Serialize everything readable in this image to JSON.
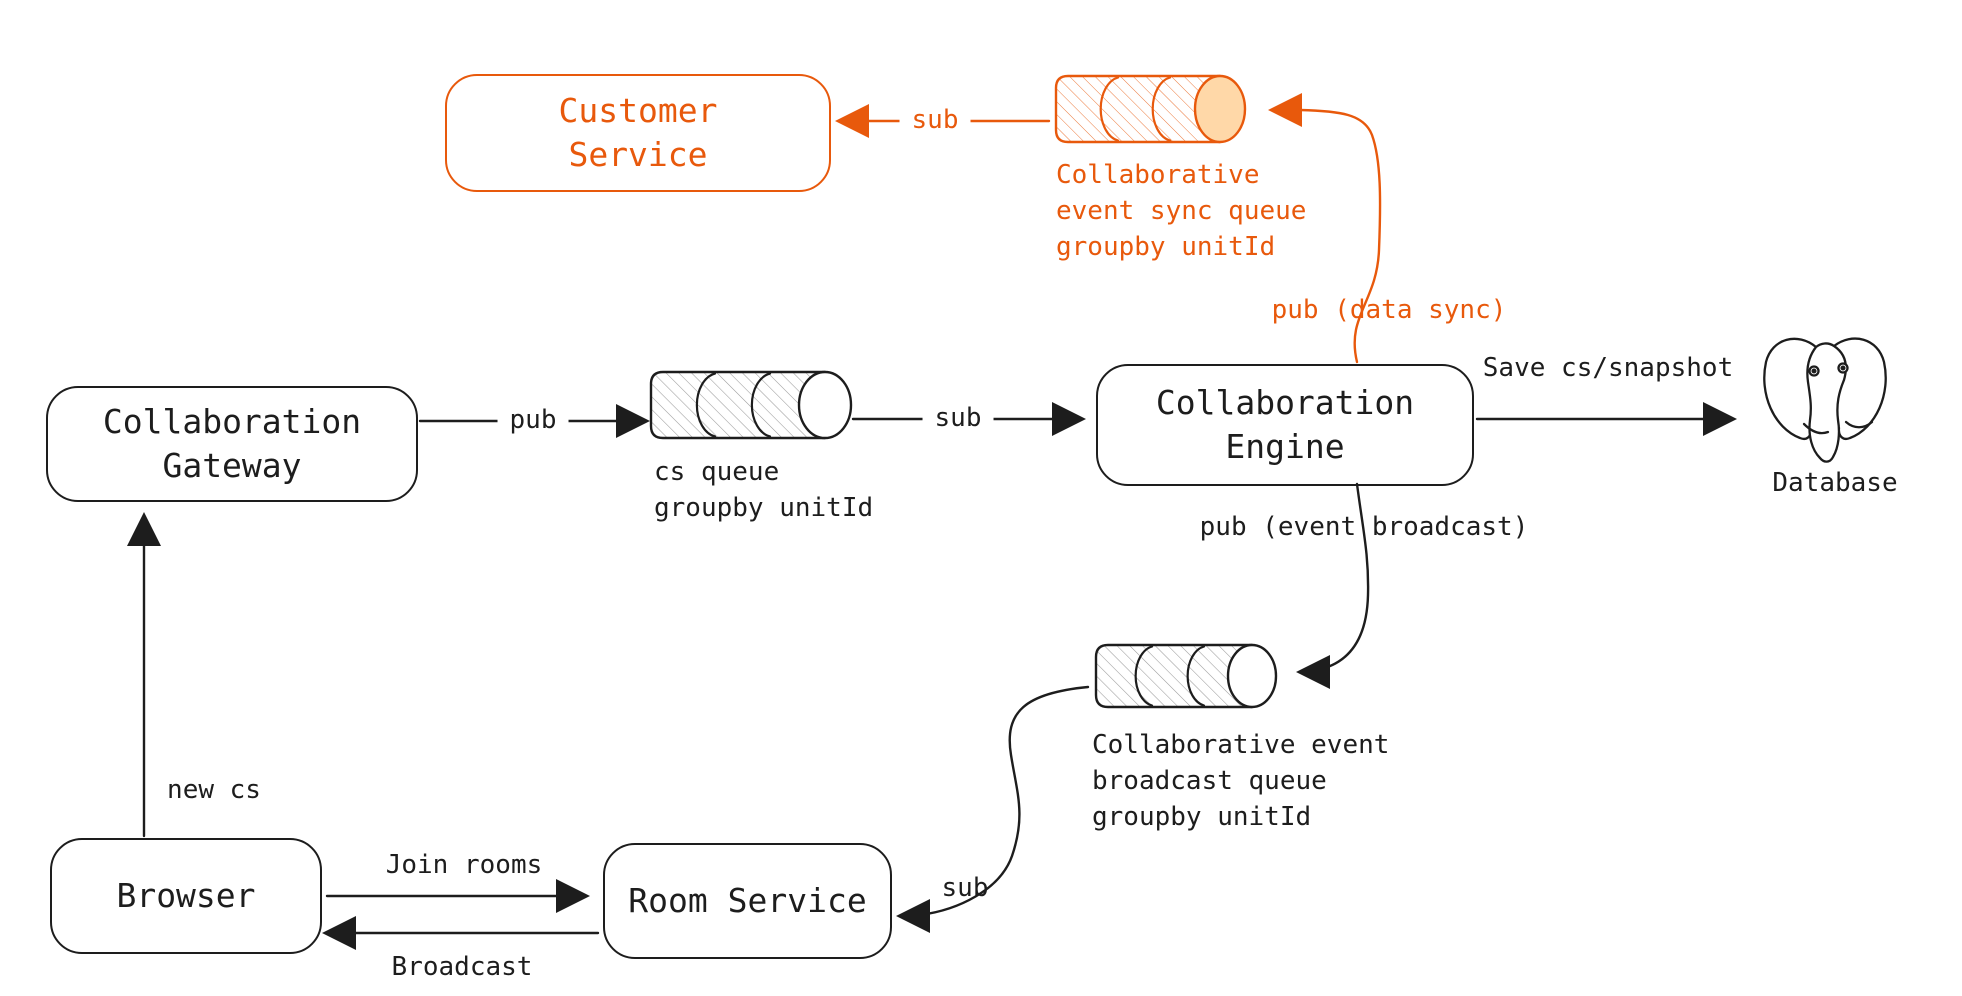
{
  "colors": {
    "orange": "#e8590c",
    "orange_cap_fill": "#ffd8a8",
    "ink": "#1d1d1d",
    "hatch_gray": "#9b9b9b"
  },
  "nodes": {
    "customer_service": "Customer\nService",
    "collaboration_gateway": "Collaboration\nGateway",
    "collaboration_engine": "Collaboration\nEngine",
    "browser": "Browser",
    "room_service": "Room Service"
  },
  "queues": {
    "event_sync_label": "Collaborative\nevent sync queue\ngroupby unitId",
    "cs_label": "cs queue\ngroupby unitId",
    "event_broadcast_label": "Collaborative event\nbroadcast queue\ngroupby unitId"
  },
  "database": {
    "label": "Database",
    "icon": "postgresql-elephant"
  },
  "edges": {
    "sub_to_customer_service": "sub",
    "pub_gateway_to_cs_queue": "pub",
    "sub_cs_queue_to_engine": "sub",
    "save_snapshot": "Save cs/snapshot",
    "pub_data_sync": "pub (data sync)",
    "pub_event_broadcast": "pub (event broadcast)",
    "sub_queue_to_room_service": "sub",
    "new_cs": "new cs",
    "join_rooms": "Join rooms",
    "broadcast": "Broadcast"
  }
}
